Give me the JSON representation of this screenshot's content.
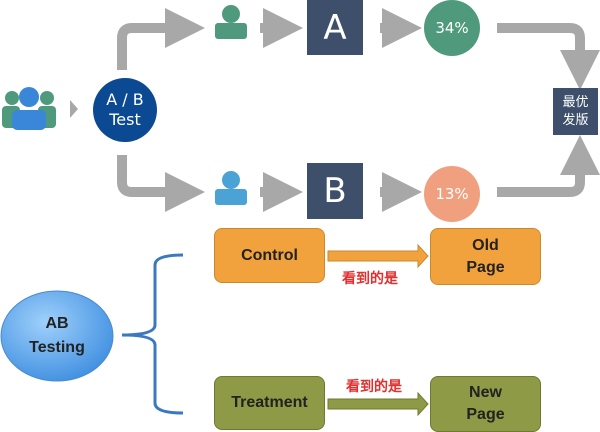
{
  "flow": {
    "start": "A / B\nTest",
    "start_line1": "A / B",
    "start_line2": "Test",
    "variant_a": "A",
    "variant_b": "B",
    "rate_a": "34%",
    "rate_b": "13%",
    "result_line1": "最优",
    "result_line2": "发版"
  },
  "tree": {
    "root_line1": "AB",
    "root_line2": "Testing",
    "control": "Control",
    "treatment": "Treatment",
    "sees_label": "看到的是",
    "old_line1": "Old",
    "old_line2": "Page",
    "new_line1": "New",
    "new_line2": "Page"
  },
  "colors": {
    "navy": "#0b4a92",
    "box": "#3d4f6a",
    "green": "#4f9a7d",
    "salmon": "#f0a07f",
    "orange": "#f2a23c",
    "olive": "#8e9a45",
    "gray": "#a8a8a8"
  }
}
